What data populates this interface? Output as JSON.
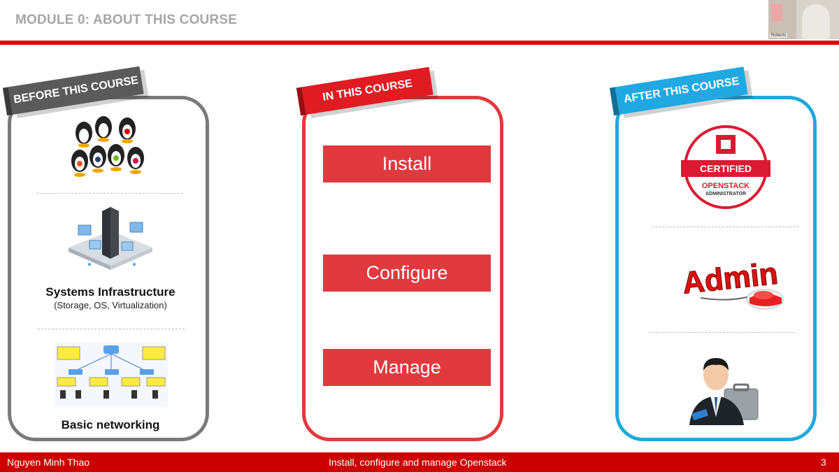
{
  "header": {
    "title": "MODULE 0: ABOUT THIS COURSE"
  },
  "webcam": {
    "name": "Roberto"
  },
  "before": {
    "ribbon": "BEFORE THIS COURSE",
    "infra_title": "Systems Infrastructure",
    "infra_sub": "(Storage, OS, Virtualization)",
    "networking": "Basic networking"
  },
  "in_course": {
    "ribbon": "IN THIS COURSE",
    "buttons": [
      "Install",
      "Configure",
      "Manage"
    ]
  },
  "after": {
    "ribbon": "AFTER THIS COURSE",
    "badge_certified": "CERTIFIED",
    "badge_openstack": "OPENSTACK",
    "badge_admin": "ADMINISTRATOR",
    "admin_word": "Admin"
  },
  "footer": {
    "author": "Nguyen Minh Thao",
    "course": "Install, configure and manage Openstack",
    "page": "3"
  },
  "colors": {
    "red": "#e03a3e",
    "gray": "#7a7a7a",
    "blue": "#1fa9de",
    "footer": "#cc0000"
  }
}
